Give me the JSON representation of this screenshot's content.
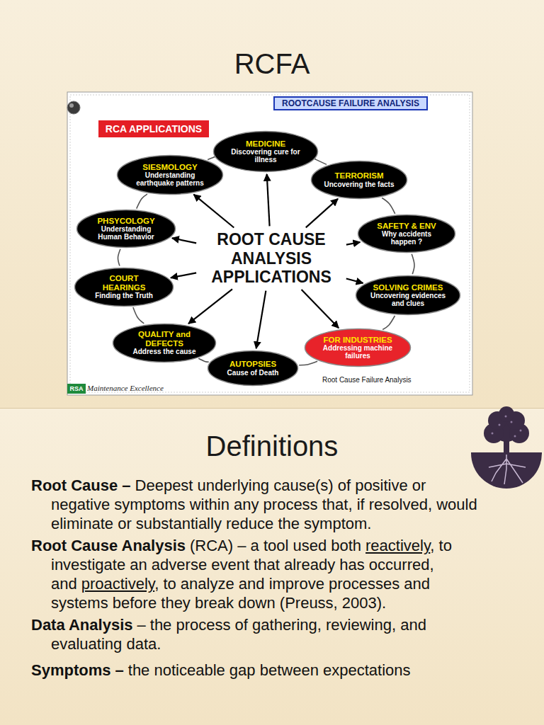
{
  "diagram": {
    "title": "RCFA",
    "nodes": [
      {
        "text": [
          "ROOTCAUSE FAILURE ANALYSIS"
        ]
      },
      {
        "text": [
          "RCA APPLICATIONS"
        ]
      },
      {
        "text": [
          "MEDICINE",
          "Discovering cure for illness"
        ]
      },
      {
        "text": [
          "SIESMOLOGY",
          "Understanding earthquake patterns"
        ]
      },
      {
        "text": [
          "TERRORISM",
          "Uncovering the facts"
        ]
      },
      {
        "text": [
          "PHSYCOLOGY",
          "Understanding Human Behavior"
        ]
      },
      {
        "text": [
          "ROOT CAUSE ANALYSIS APPLICATIONS"
        ]
      },
      {
        "text": [
          "SAFETY & ENV",
          "Why accidents happen ?"
        ]
      },
      {
        "text": [
          "COURT HEARINGS",
          "Finding the Truth"
        ]
      },
      {
        "text": [
          "SOLVING CRIMES",
          "Uncovering evidences and clues"
        ]
      },
      {
        "text": [
          "QUALITY and DEFECTS",
          "Address the cause"
        ]
      },
      {
        "text": [
          "FOR INDUSTRIES",
          "Addressing machine failures"
        ]
      },
      {
        "text": [
          "AUTOPSIES",
          "Cause of Death"
        ]
      },
      {
        "text": [
          "RSA"
        ]
      }
    ],
    "edges": [
      {
        "from": 6,
        "to": 2,
        "arrow": "to"
      },
      {
        "from": 6,
        "to": 4,
        "arrow": "to"
      },
      {
        "from": 6,
        "to": 7,
        "arrow": "to"
      },
      {
        "from": 6,
        "to": 9,
        "arrow": "to"
      },
      {
        "from": 6,
        "to": 11,
        "arrow": "to"
      },
      {
        "from": 6,
        "to": 12,
        "arrow": "to"
      },
      {
        "from": 6,
        "to": 10,
        "arrow": "to"
      },
      {
        "from": 6,
        "to": 8,
        "arrow": "to"
      },
      {
        "from": 6,
        "to": 5,
        "arrow": "to"
      },
      {
        "from": 6,
        "to": 3,
        "arrow": "to"
      },
      {
        "from": 2,
        "to": 4,
        "arrow": "none"
      },
      {
        "from": 4,
        "to": 7,
        "arrow": "none"
      },
      {
        "from": 7,
        "to": 9,
        "arrow": "none"
      },
      {
        "from": 9,
        "to": 11,
        "arrow": "none"
      },
      {
        "from": 11,
        "to": 12,
        "arrow": "none"
      },
      {
        "from": 12,
        "to": 10,
        "arrow": "none"
      },
      {
        "from": 10,
        "to": 8,
        "arrow": "none"
      },
      {
        "from": 8,
        "to": 5,
        "arrow": "none"
      },
      {
        "from": 5,
        "to": 3,
        "arrow": "none"
      },
      {
        "from": 3,
        "to": 2,
        "arrow": "none"
      }
    ],
    "labels": [
      "Root Cause Failure Analysis",
      "Maintenance Excellence",
      "Definitions",
      "Root Cause –",
      "Deepest underlying cause(s) of positive or negative symptoms within any process that, if resolved, would eliminate or substantially reduce the symptom.",
      "Root Cause Analysis",
      "(RCA) – a tool used both",
      "reactively",
      ", to investigate an adverse event that already has occurred, and",
      "proactively",
      ", to analyze and improve processes and systems before they break down (Preuss, 2003).",
      "Data Analysis",
      "– the process of gathering, reviewing, and evaluating data.",
      "Symptoms –",
      "the noticeable gap between expectations"
    ]
  }
}
